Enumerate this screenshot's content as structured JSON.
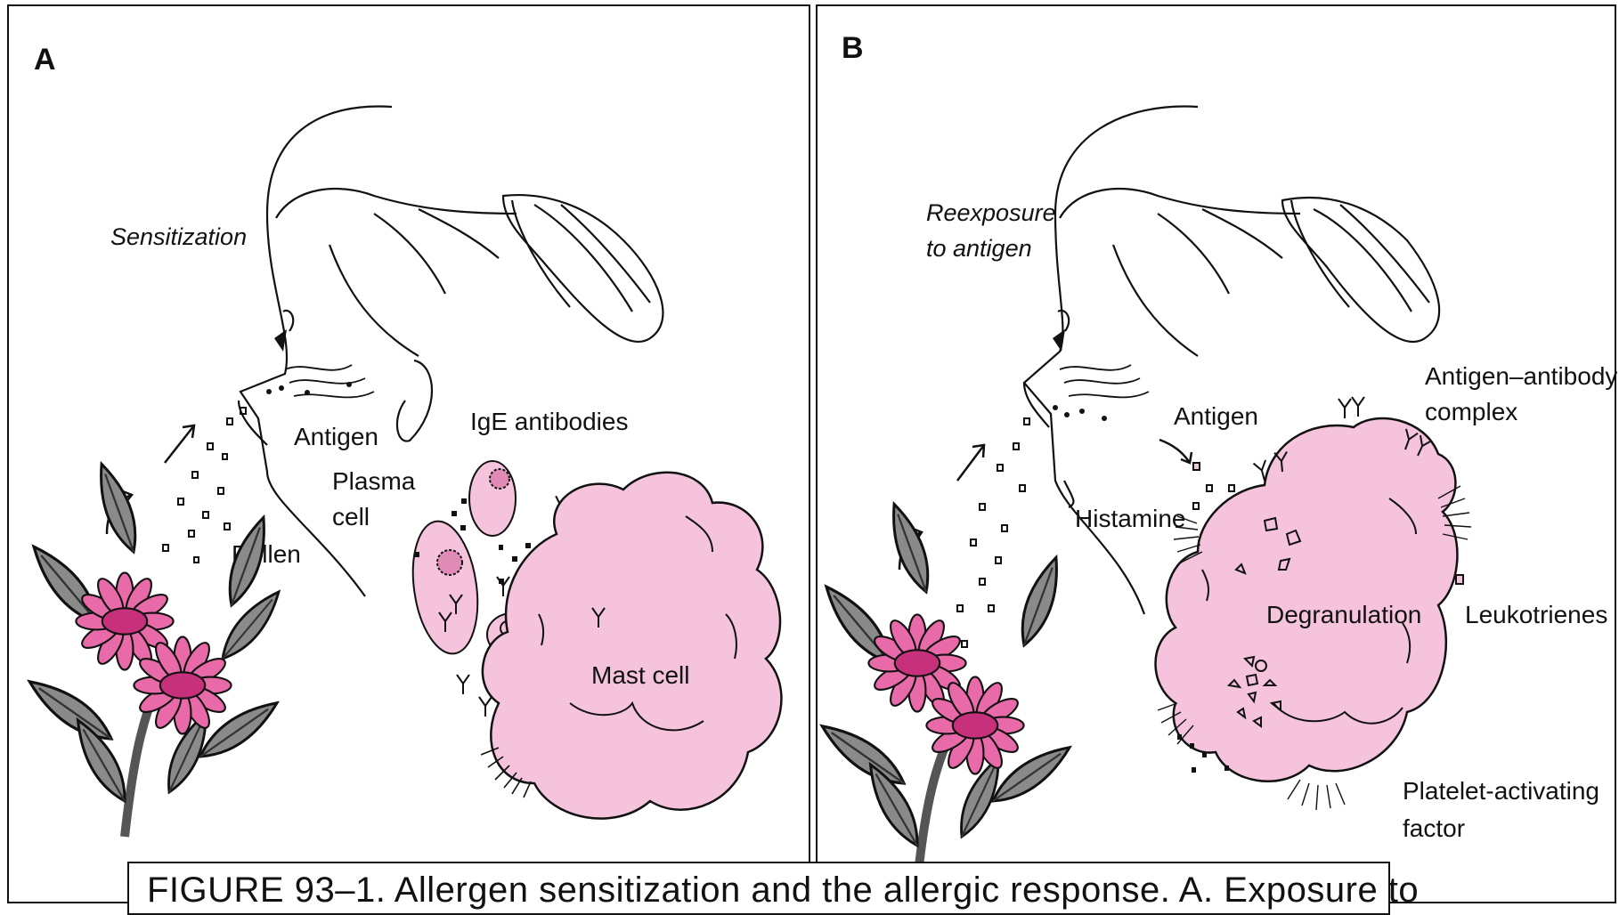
{
  "panel_a": {
    "letter": "A",
    "title": "Sensitization",
    "labels": {
      "antigen": "Antigen",
      "plasma_cell_line1": "Plasma",
      "plasma_cell_line2": "cell",
      "pollen": "Pollen",
      "ige_antibodies": "IgE antibodies",
      "mast_cell": "Mast cell"
    }
  },
  "panel_b": {
    "letter": "B",
    "title_line1": "Reexposure",
    "title_line2": "to antigen",
    "labels": {
      "antigen": "Antigen",
      "histamine": "Histamine",
      "complex_line1": "Antigen–antibody",
      "complex_line2": "complex",
      "degranulation": "Degranulation",
      "leukotrienes": "Leukotrienes",
      "paf_line1": "Platelet-activating",
      "paf_line2": "factor"
    }
  },
  "caption": "FIGURE 93–1. Allergen sensitization and the allergic response. A. Exposure to",
  "colors": {
    "cell_fill": "#f5c4dc",
    "flower_petal": "#e86aa8",
    "flower_center": "#c7307a",
    "leaf": "#8a8a8a",
    "stroke": "#111111"
  }
}
